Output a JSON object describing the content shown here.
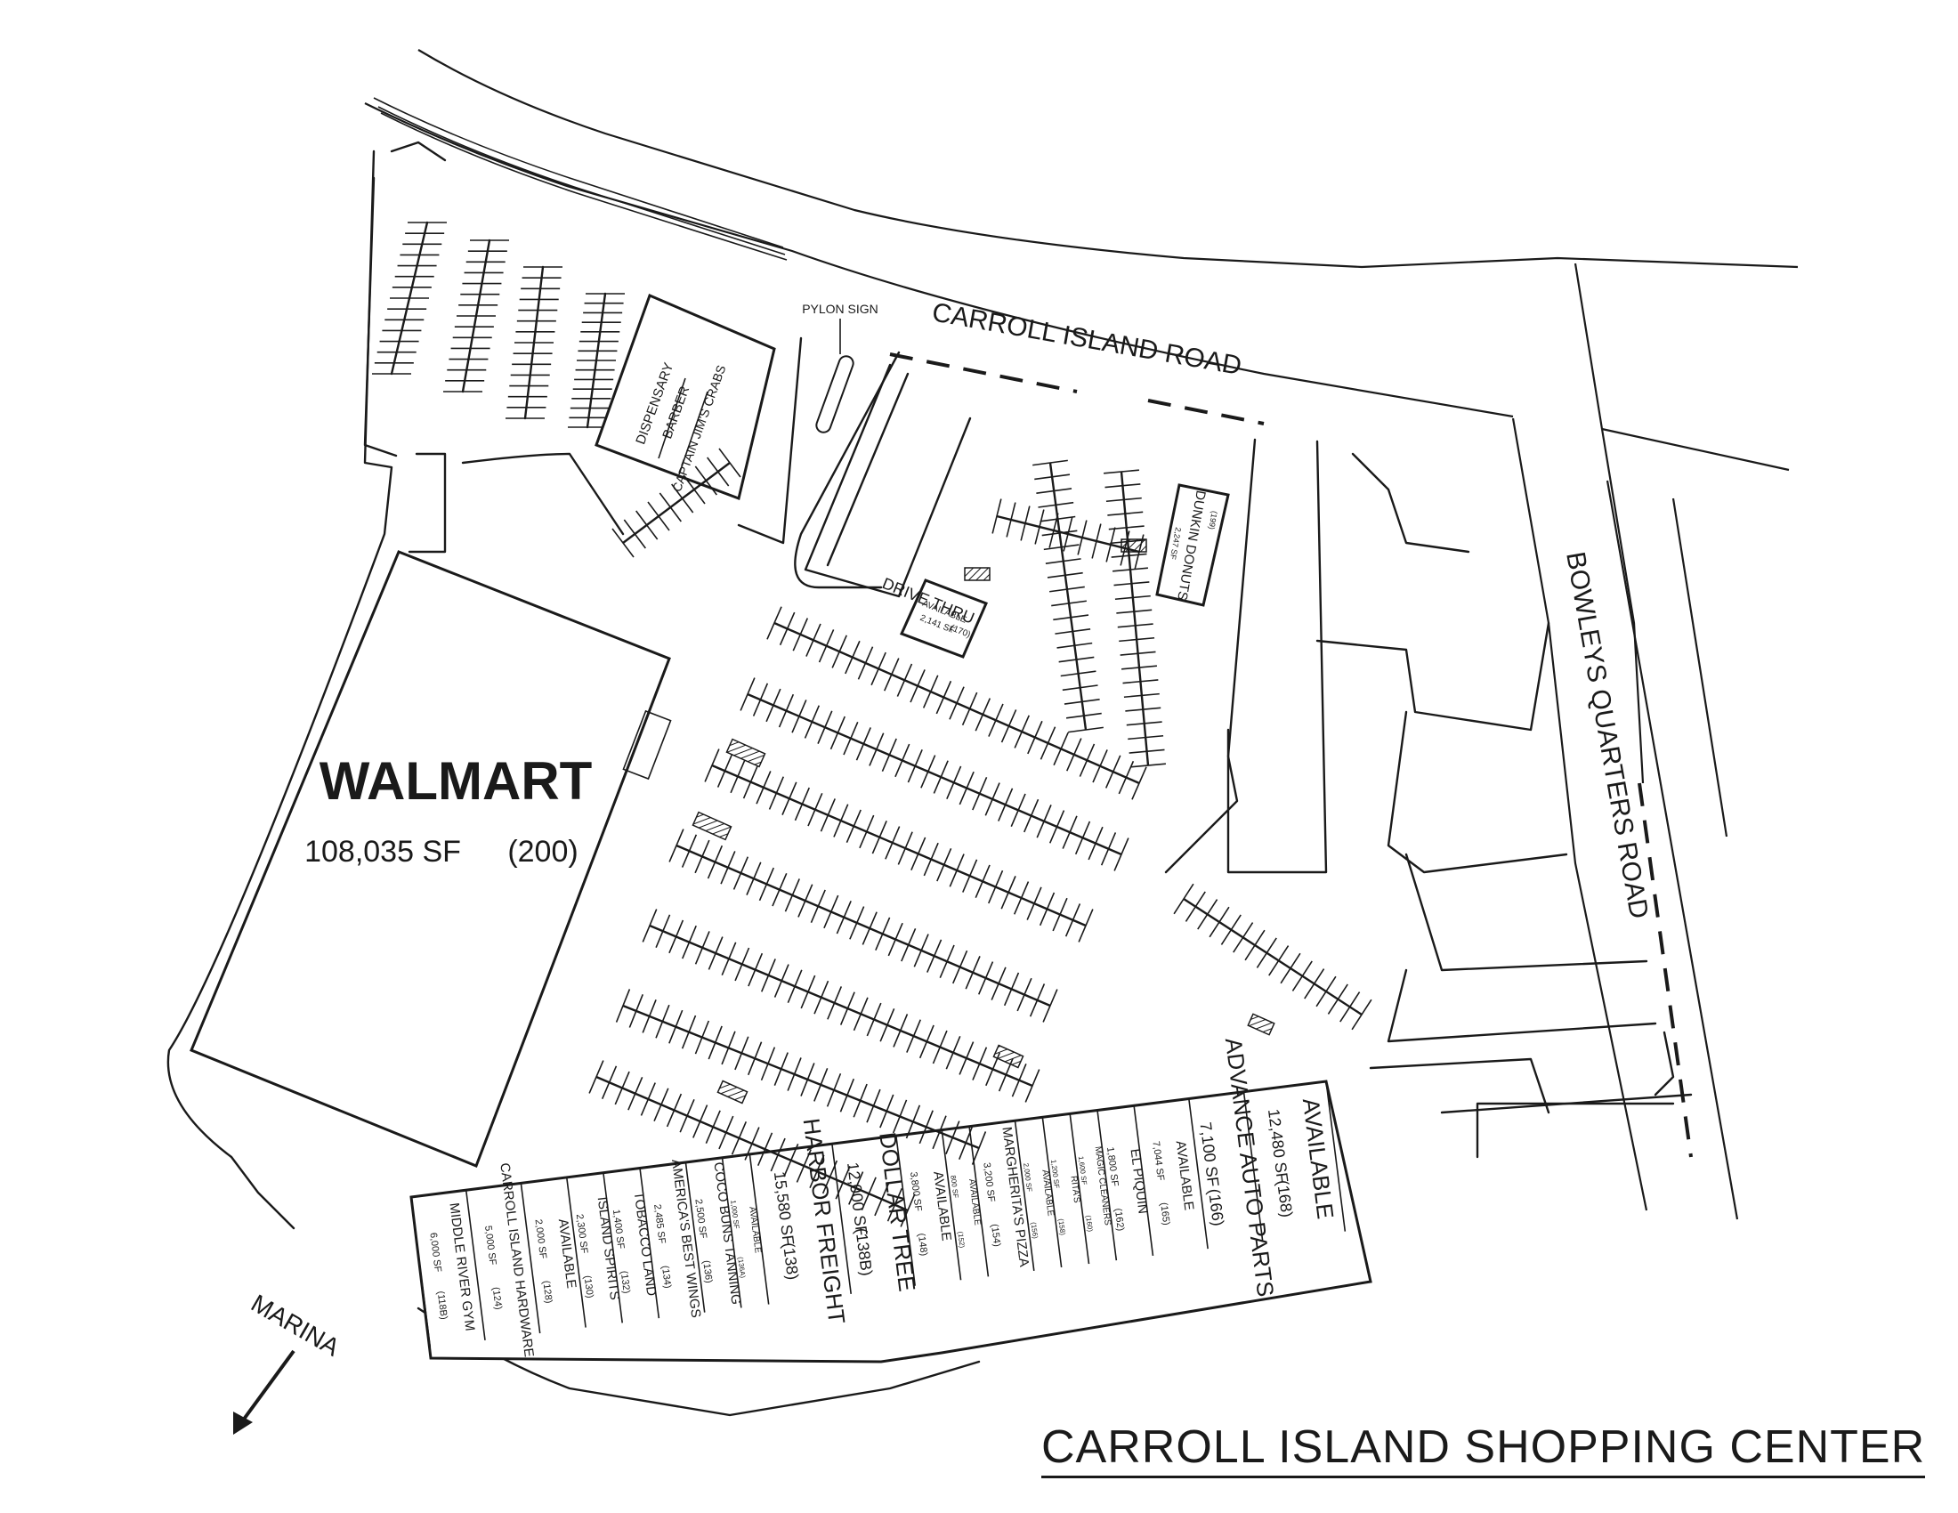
{
  "title": "CARROLL ISLAND SHOPPING CENTER",
  "roads": {
    "carroll_island": "CARROLL ISLAND ROAD",
    "bowleys_quarters": "BOWLEYS QUARTERS ROAD",
    "marina": "MARINA"
  },
  "site_labels": {
    "pylon_sign": "PYLON SIGN",
    "drive_thru": "DRIVE THRU"
  },
  "anchor": {
    "name": "WALMART",
    "area": "108,035 SF",
    "unit": "(200)"
  },
  "pads": {
    "dispensary": "DISPENSARY",
    "barber": "BARBER",
    "captain": "CAPTAIN JIM'S CRABS",
    "available_pad_name": "AVAILABLE",
    "available_pad_sf": "2,141 SF",
    "available_pad_unit": "(170)",
    "dunkin_name": "DUNKIN DONUTS",
    "dunkin_sf": "2,247 SF",
    "dunkin_unit": "(199)"
  },
  "tenants": [
    {
      "name": "MIDDLE RIVER GYM",
      "sf": "6,000 SF",
      "unit": "(118B)"
    },
    {
      "name": "CARROLL ISLAND HARDWARE",
      "sf": "5,000 SF",
      "unit": "(124)"
    },
    {
      "name": "AVAILABLE",
      "sf": "2,000 SF",
      "unit": "(128)"
    },
    {
      "name": "ISLAND SPIRITS",
      "sf": "2,300 SF",
      "unit": "(130)"
    },
    {
      "name": "TOBACCO LAND",
      "sf": "1,400 SF",
      "unit": "(132)"
    },
    {
      "name": "AMERICA'S BEST WINGS",
      "sf": "2,485 SF",
      "unit": "(134)"
    },
    {
      "name": "COCO BUNS TANNING",
      "sf": "2,500 SF",
      "unit": "(136)"
    },
    {
      "name": "AVAILABLE",
      "sf": "1,000 SF",
      "unit": "(136A)"
    },
    {
      "name": "HARBOR FREIGHT",
      "sf": "15,580 SF",
      "unit": "(138)"
    },
    {
      "name": "DOLLAR TREE",
      "sf": "12,000 SF",
      "unit": "(138B)"
    },
    {
      "name": "AVAILABLE",
      "sf": "3,800 SF",
      "unit": "(148)"
    },
    {
      "name": "AVAILABLE",
      "sf": "800 SF",
      "unit": "(152)"
    },
    {
      "name": "MARGHERITA'S PIZZA",
      "sf": "3,200 SF",
      "unit": "(154)"
    },
    {
      "name": "AVAILABLE",
      "sf": "2,000 SF",
      "unit": "(156)"
    },
    {
      "name": "RITA'S",
      "sf": "1,200 SF",
      "unit": "(158)"
    },
    {
      "name": "MAGIC CLEANERS",
      "sf": "1,600 SF",
      "unit": "(160)"
    },
    {
      "name": "EL PIQUIN",
      "sf": "1,800 SF",
      "unit": "(162)"
    },
    {
      "name": "AVAILABLE",
      "sf": "7,044 SF",
      "unit": "(165)"
    },
    {
      "name": "ADVANCE AUTO PARTS",
      "sf": "7,100 SF",
      "unit": "(166)"
    },
    {
      "name": "AVAILABLE",
      "sf": "12,480 SF",
      "unit": "(168)"
    }
  ]
}
